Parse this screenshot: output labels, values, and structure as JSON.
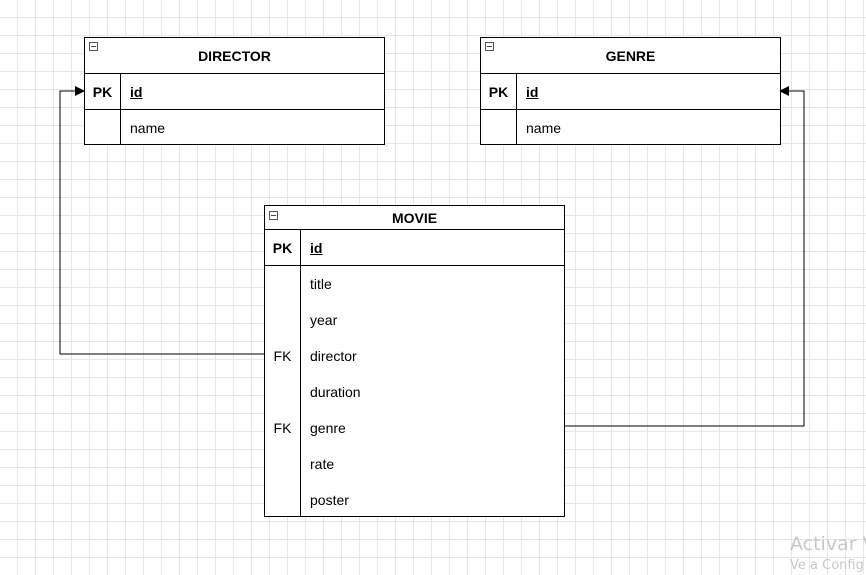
{
  "entities": {
    "director": {
      "title": "DIRECTOR",
      "pk_label": "PK",
      "pk_field": "id",
      "fields": [
        {
          "key": "",
          "name": "name"
        }
      ]
    },
    "genre": {
      "title": "GENRE",
      "pk_label": "PK",
      "pk_field": "id",
      "fields": [
        {
          "key": "",
          "name": "name"
        }
      ]
    },
    "movie": {
      "title": "MOVIE",
      "pk_label": "PK",
      "pk_field": "id",
      "fields": [
        {
          "key": "",
          "name": "title"
        },
        {
          "key": "",
          "name": "year"
        },
        {
          "key": "FK",
          "name": "director"
        },
        {
          "key": "",
          "name": "duration"
        },
        {
          "key": "FK",
          "name": "genre"
        },
        {
          "key": "",
          "name": "rate"
        },
        {
          "key": "",
          "name": "poster"
        }
      ]
    }
  },
  "relationships": [
    {
      "from": "movie.director",
      "to": "director.id"
    },
    {
      "from": "movie.genre",
      "to": "genre.id"
    }
  ],
  "watermark": {
    "line1": "Activar V",
    "line2": "Ve a Config"
  }
}
